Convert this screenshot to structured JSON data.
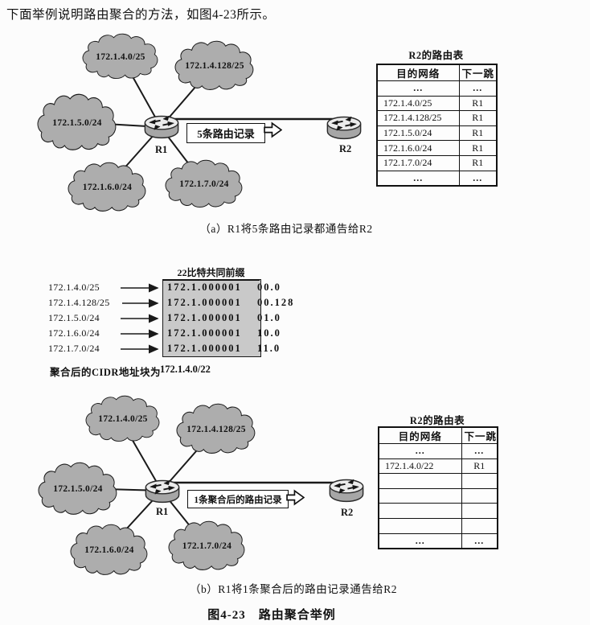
{
  "intro": "下面举例说明路由聚合的方法，如图4-23所示。",
  "figure_caption": "图4-23　路由聚合举例",
  "part_a": {
    "clouds": [
      "172.1.4.0/25",
      "172.1.4.128/25",
      "172.1.5.0/24",
      "172.1.6.0/24",
      "172.1.7.0/24"
    ],
    "r1": "R1",
    "r2": "R2",
    "arrow_box": "5条路由记录",
    "table": {
      "title": "R2的路由表",
      "headers": [
        "目的网络",
        "下一跳"
      ],
      "rows": [
        [
          "...",
          "..."
        ],
        [
          "172.1.4.0/25",
          "R1"
        ],
        [
          "172.1.4.128/25",
          "R1"
        ],
        [
          "172.1.5.0/24",
          "R1"
        ],
        [
          "172.1.6.0/24",
          "R1"
        ],
        [
          "172.1.7.0/24",
          "R1"
        ],
        [
          "...",
          "..."
        ]
      ]
    },
    "caption": "（a）R1将5条路由记录都通告给R2"
  },
  "aggregation": {
    "box_title": "22比特共同前缀",
    "rows": [
      {
        "address": "172.1.4.0/25",
        "prefix": "172.1.000001",
        "suffix": "00.0"
      },
      {
        "address": "172.1.4.128/25",
        "prefix": "172.1.000001",
        "suffix": "00.128"
      },
      {
        "address": "172.1.5.0/24",
        "prefix": "172.1.000001",
        "suffix": "01.0"
      },
      {
        "address": "172.1.6.0/24",
        "prefix": "172.1.000001",
        "suffix": "10.0"
      },
      {
        "address": "172.1.7.0/24",
        "prefix": "172.1.000001",
        "suffix": "11.0"
      }
    ],
    "result_label": "聚合后的CIDR地址块为",
    "result_value": "172.1.4.0/22"
  },
  "part_b": {
    "clouds": [
      "172.1.4.0/25",
      "172.1.4.128/25",
      "172.1.5.0/24",
      "172.1.6.0/24",
      "172.1.7.0/24"
    ],
    "r1": "R1",
    "r2": "R2",
    "arrow_box": "1条聚合后的路由记录",
    "table": {
      "title": "R2的路由表",
      "headers": [
        "目的网络",
        "下一跳"
      ],
      "rows": [
        [
          "...",
          "..."
        ],
        [
          "172.1.4.0/22",
          "R1"
        ],
        [
          "",
          ""
        ],
        [
          "",
          ""
        ],
        [
          "",
          ""
        ],
        [
          "",
          ""
        ],
        [
          "...",
          "..."
        ]
      ]
    },
    "caption": "（b）R1将1条聚合后的路由记录通告给R2"
  },
  "colors": {
    "cloud_fill": "#adadad",
    "line_ink": "#1a1a1a",
    "aggregation_box_fill": "#c9c9c9",
    "router_top": "#ebebeb",
    "router_side": "#a6a6a6"
  }
}
